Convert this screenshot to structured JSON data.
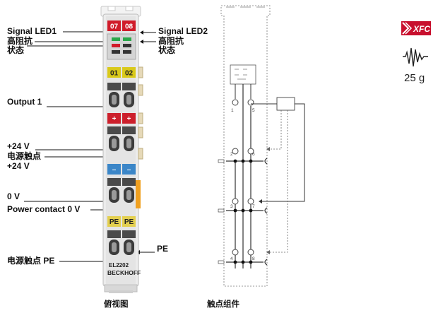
{
  "labels": {
    "signal_led1": "Signal LED1",
    "hz1": "高阻抗",
    "st1": "状态",
    "output1": "Output 1",
    "plus24v_a": "+24 V",
    "power_contact": "电源触点",
    "plus24v_b": "+24 V",
    "zero_v": "0 V",
    "power_contact_0v": "Power contact 0 V",
    "power_contact_pe": "电源触点 PE",
    "signal_led2": "Signal LED2",
    "hz2": "高阻抗",
    "st2": "状态",
    "pe_right": "PE"
  },
  "terminal": {
    "led_top": [
      "07",
      "08"
    ],
    "led_out": [
      "01",
      "02"
    ],
    "pe_tags": [
      "PE",
      "PE"
    ],
    "model": "EL2202",
    "brand": "BECKHOFF"
  },
  "schematic": {
    "pins": [
      "1",
      "5",
      "2",
      "6",
      "3",
      "7",
      "4",
      "8"
    ]
  },
  "captions": {
    "top_view": "俯视图",
    "contact_assembly": "触点组件"
  },
  "badges": {
    "xfc": "XFC",
    "weight": "25 g"
  },
  "colors": {
    "led_red": "#d01c2a",
    "led_green": "#2aa84a",
    "led_yellow": "#d9c91a",
    "plus_red": "#cc1f2b",
    "minus_blue": "#3b86c8",
    "pe_yellow": "#e3cf4f",
    "side_orange": "#f0a020",
    "xfc_red": "#c8102e"
  }
}
